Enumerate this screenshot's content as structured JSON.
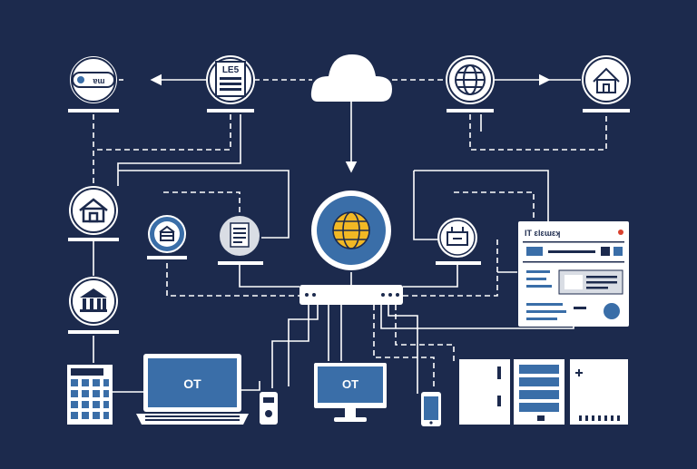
{
  "colors": {
    "background": "#1c2a4d",
    "line": "#ffffff",
    "accent_blue": "#3a6ea8",
    "accent_yellow": "#f2b824",
    "accent_red": "#d9412e",
    "light_gray": "#d9dde4"
  },
  "labels": {
    "top_left_badge": "ɐɯ",
    "document_title": "LE5",
    "dashboard_title": "IT ɛlɛɯɛʞ",
    "laptop_screen": "OT",
    "monitor_screen": "OT"
  },
  "icons": [
    "badge-icon",
    "document-icon",
    "cloud-icon",
    "globe-icon",
    "home-icon",
    "building-icon",
    "bank-icon",
    "storage-icon",
    "file-icon",
    "central-globe-icon",
    "router-icon",
    "dashboard-icon",
    "network-switch-icon",
    "spreadsheet-icon",
    "laptop-icon",
    "usb-drive-icon",
    "monitor-icon",
    "phone-icon",
    "server-icon",
    "rack-icon",
    "cabinet-icon"
  ]
}
